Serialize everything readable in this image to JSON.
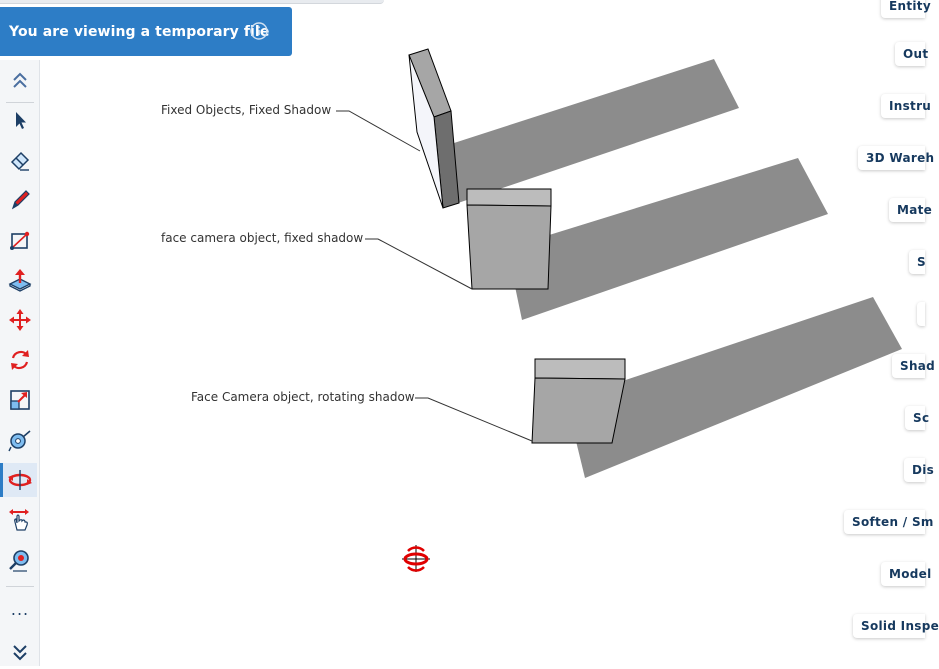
{
  "banner": {
    "text": "You are viewing a temporary file",
    "info_icon": "info-icon"
  },
  "toolbar": {
    "tools": [
      {
        "name": "collapse-up-icon"
      },
      {
        "name": "select-icon"
      },
      {
        "name": "eraser-icon"
      },
      {
        "name": "pencil-icon"
      },
      {
        "name": "rectangle-icon"
      },
      {
        "name": "push-pull-icon"
      },
      {
        "name": "move-icon"
      },
      {
        "name": "rotate-icon"
      },
      {
        "name": "scale-icon"
      },
      {
        "name": "tape-measure-icon"
      },
      {
        "name": "orbit-icon",
        "active": true
      },
      {
        "name": "pan-icon"
      },
      {
        "name": "zoom-icon"
      },
      {
        "name": "more-icon"
      },
      {
        "name": "expand-down-icon"
      }
    ],
    "more_label": "..."
  },
  "scene": {
    "labels": [
      {
        "text": "Fixed Objects, Fixed Shadow"
      },
      {
        "text": "face camera object, fixed shadow"
      },
      {
        "text": "Face Camera object, rotating shadow"
      }
    ],
    "colors": {
      "shadow": "#8c8c8c",
      "box_front": "#a6a6a6",
      "box_top": "#b8b8b8",
      "accent": "#e00000"
    }
  },
  "right_tray": {
    "tabs": [
      {
        "label": "Entity"
      },
      {
        "label": "Out"
      },
      {
        "label": "Instru"
      },
      {
        "label": "3D Wareh"
      },
      {
        "label": "Mate"
      },
      {
        "label": "S"
      },
      {
        "label": ""
      },
      {
        "label": "Shad"
      },
      {
        "label": "Sc"
      },
      {
        "label": "Dis"
      },
      {
        "label": "Soften / Sm"
      },
      {
        "label": "Model"
      },
      {
        "label": "Solid Inspe"
      }
    ]
  }
}
